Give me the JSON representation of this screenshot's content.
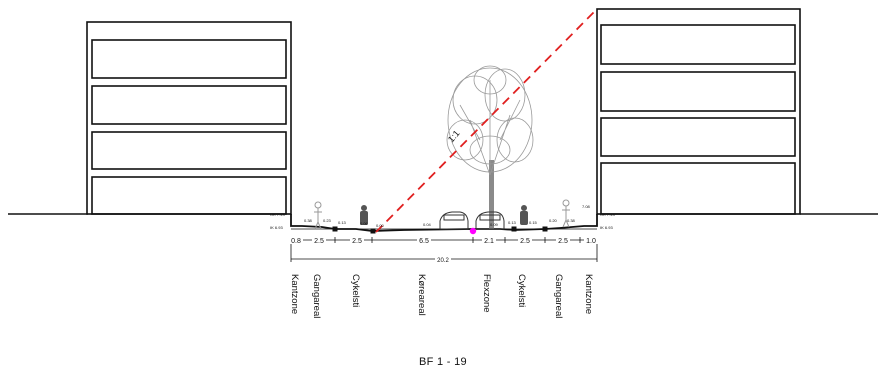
{
  "caption": "BF 1 - 19",
  "total_width_label": "20.2",
  "slope_label": "1:1",
  "dimensions": [
    "0.8",
    "2.5",
    "2.5",
    "6.5",
    "2.1",
    "2.5",
    "2.5",
    "1.0"
  ],
  "zones": [
    "Kantzone",
    "Gangareal",
    "Cykelsti",
    "Køreareal",
    "Flexzone",
    "Cykelsti",
    "Gangareal",
    "Kantzone"
  ],
  "levels": {
    "left_terrain": "OK 7.43",
    "left_ik": "IK 6.93",
    "right_terrain": "OK 7.43",
    "right_ik": "IK 6.93",
    "right_top": "7.08"
  },
  "step_labels": [
    "0.38",
    "0.23",
    "0.13",
    "0.06",
    "0.00",
    "0.04",
    "0.09",
    "0.13",
    "0.15",
    "0.20",
    "0.38"
  ],
  "colors": {
    "line": "#111111",
    "slope": "#e02020",
    "marker": "#ff00ff",
    "tree": "#9a9a9a"
  }
}
